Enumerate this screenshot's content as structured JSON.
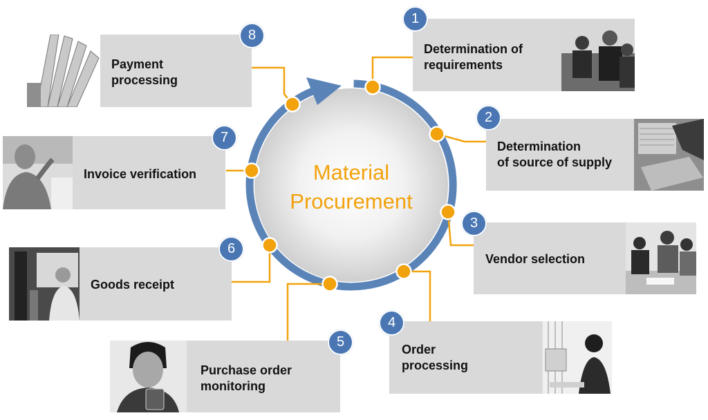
{
  "center": {
    "line1": "Material",
    "line2": "Procurement"
  },
  "colors": {
    "cycle_ring": "#5a84b8",
    "connector": "#f2a20c",
    "badge": "#4a77b3",
    "box": "#d9d9d9"
  },
  "steps": [
    {
      "number": "1",
      "label": "Determination of\nrequirements",
      "photo_icon": "business-meeting-photo"
    },
    {
      "number": "2",
      "label": "Determination\nof source of supply",
      "photo_icon": "keyboard-terminal-photo"
    },
    {
      "number": "3",
      "label": "Vendor selection",
      "photo_icon": "office-team-photo"
    },
    {
      "number": "4",
      "label": "Order\nprocessing",
      "photo_icon": "call-center-agent-photo"
    },
    {
      "number": "5",
      "label": "Purchase order\nmonitoring",
      "photo_icon": "man-with-handheld-photo"
    },
    {
      "number": "6",
      "label": "Goods receipt",
      "photo_icon": "truck-driver-photo"
    },
    {
      "number": "7",
      "label": "Invoice verification",
      "photo_icon": "thinking-man-photo"
    },
    {
      "number": "8",
      "label": "Payment\nprocessing",
      "photo_icon": "banknotes-photo"
    }
  ]
}
